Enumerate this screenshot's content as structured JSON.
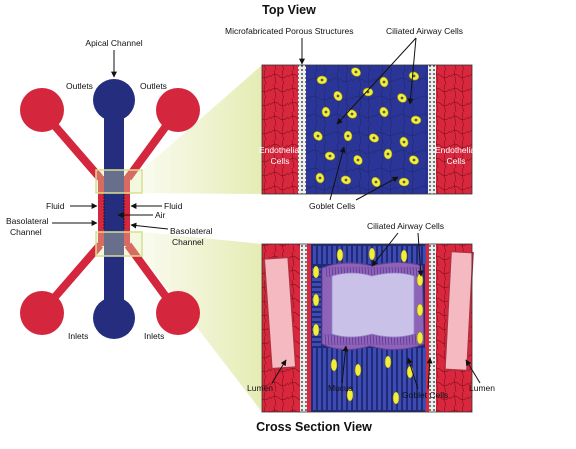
{
  "titles": {
    "top": "Top View",
    "bottom": "Cross Section View"
  },
  "chip": {
    "apical_channel": "Apical Channel",
    "outlets_left": "Outlets",
    "outlets_right": "Outlets",
    "inlets_left": "Inlets",
    "inlets_right": "Inlets",
    "fluid_left": "Fluid",
    "fluid_right": "Fluid",
    "air": "Air",
    "basolateral_left_1": "Basolateral",
    "basolateral_left_2": "Channel",
    "basolateral_right_1": "Basolateral",
    "basolateral_right_2": "Channel"
  },
  "top_view": {
    "porous": "Microfabricated Porous Structures",
    "ciliated": "Ciliated Airway Cells",
    "endo_left_1": "Endothelial",
    "endo_left_2": "Cells",
    "endo_right_1": "Endothelial",
    "endo_right_2": "Cells",
    "goblet": "Goblet Cells"
  },
  "cross_section": {
    "ciliated": "Ciliated Airway Cells",
    "lumen_left": "Lumen",
    "mucus": "Mucus",
    "goblet": "Goblet Cells",
    "lumen_right": "Lumen"
  },
  "colors": {
    "red": "#d4263c",
    "dark_red": "#9e1422",
    "blue": "#2a3597",
    "navy": "#252d7e",
    "yellow": "#f2ee3a",
    "purple": "#8d63b8",
    "lavender": "#c9c1e8",
    "pink": "#f6c2c8",
    "green": "#dfe8a4"
  }
}
